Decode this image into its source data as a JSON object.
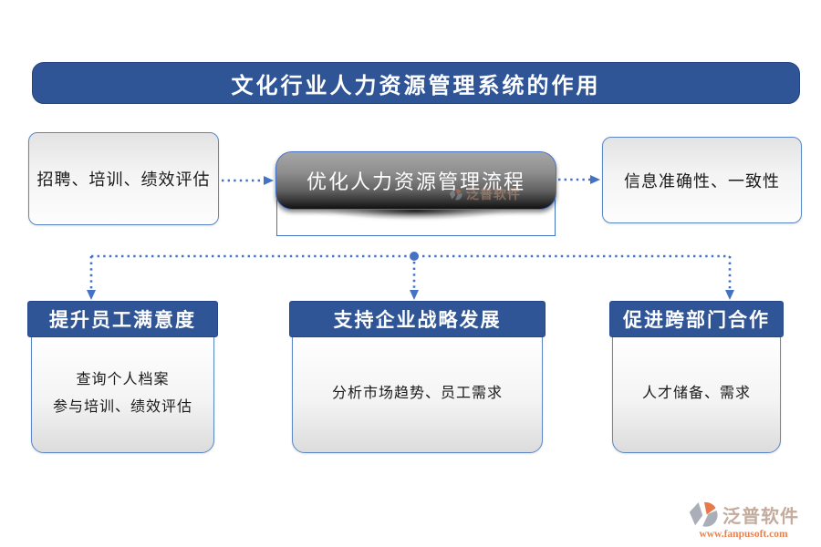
{
  "title": "文化行业人力资源管理系统的作用",
  "flow": {
    "input_box": "招聘、培训、绩效评估",
    "center_box": "优化人力资源管理流程",
    "output_box": "信息准确性、一致性"
  },
  "benefits": [
    {
      "header": "提升员工满意度",
      "lines": [
        "查询个人档案",
        "参与培训、绩效评估"
      ]
    },
    {
      "header": "支持企业战略发展",
      "lines": [
        "分析市场趋势、员工需求"
      ]
    },
    {
      "header": "促进跨部门合作",
      "lines": [
        "人才储备、需求"
      ]
    }
  ],
  "watermark": {
    "brand": "泛普软件",
    "url": "www.fanpusoft.com"
  },
  "colors": {
    "banner_blue": "#2F5597",
    "connector_blue": "#4472C4",
    "box_border_blue": "#5B87C7",
    "brand_orange": "#E8794A",
    "brand_gray": "#A9AEB8"
  }
}
